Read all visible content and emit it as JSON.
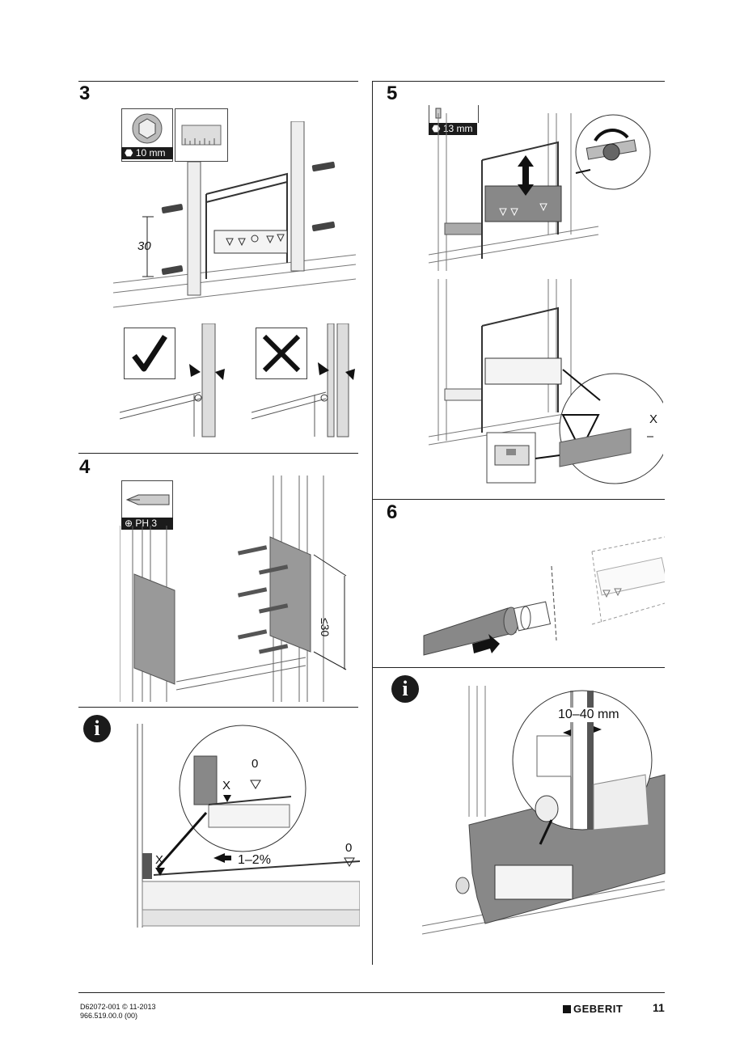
{
  "steps": {
    "s3": {
      "number": "3",
      "tool_size": "10 mm",
      "dimension": "30"
    },
    "s4": {
      "number": "4",
      "tool_size": "PH 3",
      "dimension": "≤30"
    },
    "s5": {
      "number": "5",
      "tool_size": "13 mm",
      "gap_label": "X"
    },
    "s6": {
      "number": "6"
    }
  },
  "info_left": {
    "slope": "1–2%",
    "marker_x": "X",
    "marker_zero": "0",
    "zoom_x": "X",
    "zoom_zero": "0"
  },
  "info_right": {
    "gap_range": "10–40 mm"
  },
  "icons": {
    "hex_socket": "hex-socket-icon",
    "ruler": "ruler-icon",
    "screwdriver": "phillips-screwdriver-icon",
    "info": "info-icon",
    "check": "check-icon",
    "cross": "cross-icon"
  },
  "footer": {
    "doc_code": "D62072-001 © 11-2013",
    "article": "966.519.00.0 (00)",
    "brand": "GEBERIT",
    "page": "11"
  }
}
